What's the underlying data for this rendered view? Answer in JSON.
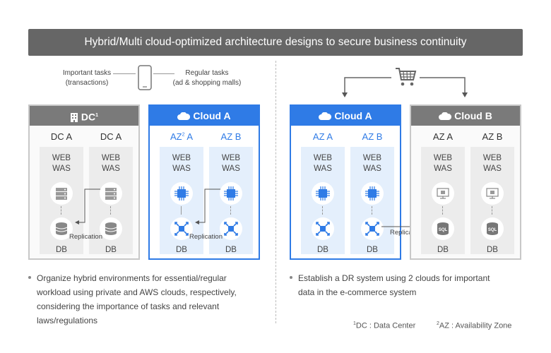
{
  "banner": {
    "title": "Hybrid/Multi cloud-optimized architecture designs to secure business continuity"
  },
  "left": {
    "important_tasks": "Important tasks",
    "important_sub": "(transactions)",
    "regular_tasks": "Regular tasks",
    "regular_sub": "(ad & shopping malls)",
    "dc_panel": {
      "title": "DC",
      "sup": "1",
      "cols": [
        "DC A",
        "DC A"
      ]
    },
    "cloud_a_panel": {
      "title": "Cloud A",
      "col1": "AZ",
      "col1_sup": "2",
      "col1_suffix": " A",
      "col2": "AZ B"
    },
    "bullet_lines": [
      "Organize hybrid environments for essential/regular",
      "workload using private and AWS clouds, respectively,",
      "considering the importance of tasks and relevant",
      "laws/regulations"
    ]
  },
  "right": {
    "cloud_a_panel": {
      "title": "Cloud A",
      "cols": [
        "AZ A",
        "AZ B"
      ]
    },
    "cloud_b_panel": {
      "title": "Cloud B",
      "cols": [
        "AZ A",
        "AZ B"
      ]
    },
    "bullet_lines": [
      "Establish a DR system using 2 clouds for important",
      "data in the e-commerce system"
    ]
  },
  "common": {
    "web": "WEB",
    "was": "WAS",
    "db": "DB",
    "replication": "Replication"
  },
  "footnotes": {
    "n1": "1",
    "dc": "DC : Data Center",
    "n2": "2",
    "az": "AZ : Availability Zone"
  },
  "colors": {
    "banner": "#666666",
    "gray_header": "#7a7a7a",
    "blue": "#2f7be6",
    "blue_bg": "#e4effc",
    "gray_bg": "#ececec"
  },
  "icons": [
    "building-icon",
    "cloud-icon",
    "server-icon",
    "database-icon",
    "chip-icon",
    "network-hub-icon",
    "monitor-icon",
    "sql-database-icon",
    "shopping-cart-icon",
    "phone-icon"
  ]
}
